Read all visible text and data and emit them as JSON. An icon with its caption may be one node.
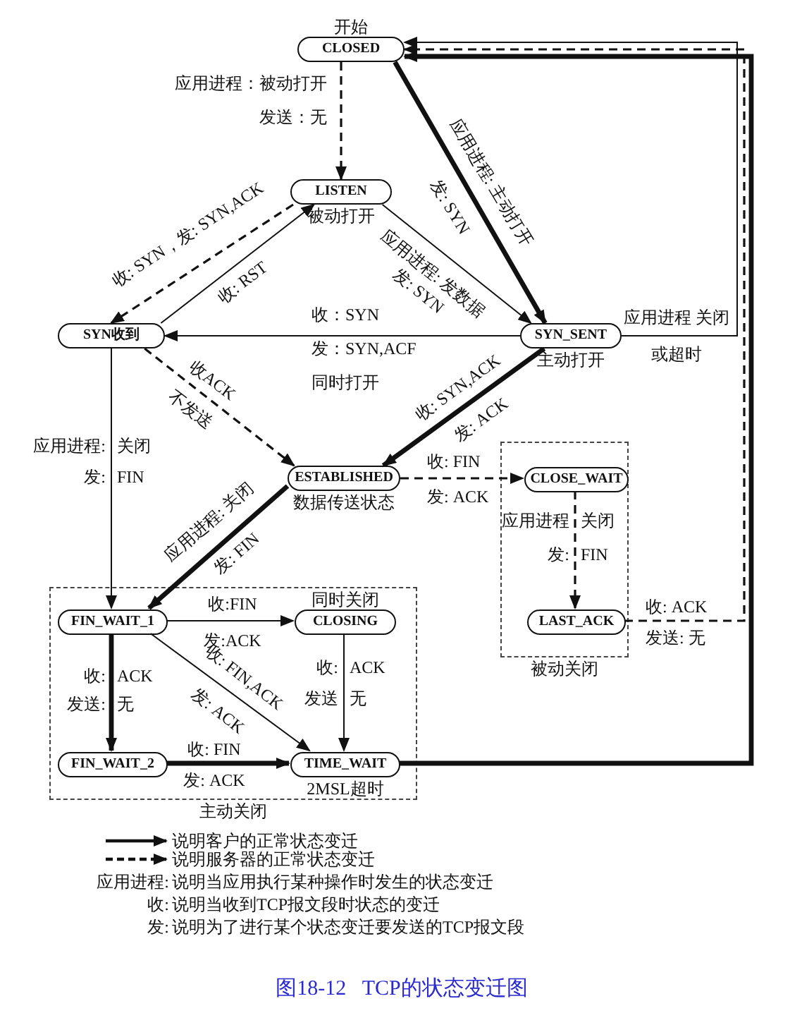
{
  "diagram": {
    "caption": "图18-12   TCP的状态变迁图",
    "nodes": [
      {
        "text": [
          "CLOSED"
        ],
        "beside": [
          "开始"
        ]
      },
      {
        "text": [
          "LISTEN"
        ],
        "beside": [
          "被动打开"
        ]
      },
      {
        "text": [
          "SYN收到"
        ]
      },
      {
        "text": [
          "SYN_SENT"
        ],
        "beside": [
          "主动打开"
        ]
      },
      {
        "text": [
          "ESTABLISHED"
        ],
        "beside": [
          "数据传送状态"
        ]
      },
      {
        "text": [
          "被动关闭"
        ]
      },
      {
        "text": [
          "CLOSE_WAIT"
        ],
        "in": 5
      },
      {
        "text": [
          "LAST_ACK"
        ],
        "in": 5
      },
      {
        "text": [
          "主动关闭"
        ]
      },
      {
        "text": [
          "FIN_WAIT_1"
        ],
        "in": 8
      },
      {
        "text": [
          "CLOSING"
        ],
        "in": 8,
        "beside": [
          "同时关闭"
        ]
      },
      {
        "text": [
          "FIN_WAIT_2"
        ],
        "in": 8
      },
      {
        "text": [
          "TIME_WAIT"
        ],
        "in": 8,
        "beside": [
          "2MSL超时"
        ]
      }
    ],
    "edges": [
      {
        "from": 0,
        "to": 1,
        "arrow": "to",
        "style": "dashed",
        "label": "应用进程：被动打开发送：无"
      },
      {
        "from": 0,
        "to": 3,
        "arrow": "to",
        "style": "thick",
        "label": "应用进程: 主动打开发: SYN"
      },
      {
        "from": 1,
        "to": 2,
        "arrow": "to",
        "style": "dashed",
        "label": "收: SYN，发: SYN,ACK"
      },
      {
        "from": 2,
        "to": 1,
        "arrow": "to",
        "label": "收: RST"
      },
      {
        "from": 1,
        "to": 3,
        "arrow": "to",
        "label": "应用进程: 发数据发: SYN"
      },
      {
        "from": 3,
        "to": 2,
        "arrow": "to",
        "label": "收：SYN 发：SYN,ACF 同时打开"
      },
      {
        "from": 3,
        "to": 0,
        "arrow": "to",
        "label": "应用进程 关闭或超时"
      },
      {
        "from": 7,
        "to": 0,
        "arrow": "to",
        "style": "dashed",
        "label": "收: ACK 发送: 无"
      },
      {
        "from": 12,
        "to": 0,
        "arrow": "to",
        "style": "thick"
      },
      {
        "from": 2,
        "to": 4,
        "arrow": "to",
        "style": "dashed",
        "label": "收ACK 不发送"
      },
      {
        "from": 3,
        "to": 4,
        "arrow": "to",
        "style": "thick",
        "label": "收: SYN,ACK 发: ACK"
      },
      {
        "from": 4,
        "to": 6,
        "arrow": "to",
        "style": "dashed",
        "label": "收: FIN 发: ACK"
      },
      {
        "from": 6,
        "to": 7,
        "arrow": "to",
        "style": "dashed",
        "label": "应用进程 关闭发: FIN"
      },
      {
        "from": 2,
        "to": 9,
        "arrow": "to",
        "label": "应用进程: 关闭发: FIN"
      },
      {
        "from": 4,
        "to": 9,
        "arrow": "to",
        "style": "thick",
        "label": "应用进程: 关闭发: FIN"
      },
      {
        "from": 9,
        "to": 10,
        "arrow": "to",
        "label": "收:FIN 发:ACK"
      },
      {
        "from": 9,
        "to": 11,
        "arrow": "to",
        "style": "thick",
        "label": "收: ACK 发送: 无"
      },
      {
        "from": 9,
        "to": 12,
        "arrow": "to",
        "label": "收: FIN,ACK 发: ACK"
      },
      {
        "from": 10,
        "to": 12,
        "arrow": "to",
        "label": "收: ACK 发送 无"
      },
      {
        "from": 11,
        "to": 12,
        "arrow": "to",
        "style": "thick",
        "label": "收: FIN 发: ACK"
      }
    ],
    "labels": [
      "应用进程:",
      "说明当应用执行某种操作时发生的状态变迁",
      "收:",
      "说明当收到TCP报文段时状态的变迁",
      "发:",
      "说明为了进行某个状态变迁要发送的TCP报文段"
    ],
    "legend": [
      {
        "text": "说明客户的正常状态变迁"
      },
      {
        "text": "说明服务器的正常状态变迁"
      }
    ]
  }
}
